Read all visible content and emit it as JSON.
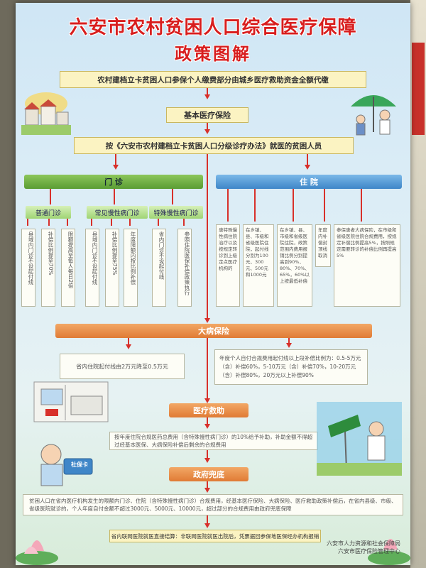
{
  "title_line1": "六安市农村贫困人口综合医疗保障",
  "title_line2": "政策图解",
  "top_box": "农村建档立卡贫困人口参保个人缴费部分由城乡医疗救助资金全额代缴",
  "basic_insurance": "基本医疗保险",
  "target_people": "按《六安市农村建档立卡贫困人口分级诊疗办法》就医的贫困人员",
  "outpatient": {
    "label": "门 诊",
    "sub": [
      "普通门诊",
      "常见慢性病门诊",
      "特殊慢性病门诊"
    ],
    "cols": [
      "县域内门诊不设起付线",
      "补偿比例提至70%",
      "限额提高至每人每日2倍",
      "县域内门诊不设起付线",
      "补偿比例提至75%",
      "年度限额内按比例补偿",
      "省内门诊不设起付线",
      "参照住院医保补偿政策执行"
    ]
  },
  "inpatient": {
    "label": "住 院",
    "cols": [
      "患特殊慢性病住院治疗以及按规定转诊到上级定点医疗机构的",
      "在乡镇、县、市级和省级医院住院，起付线分别为100元、300元、500元和1000元",
      "在乡镇、县、市级和省级医院住院，政策范围内费用报销比例分别提高到90%、80%、70%、65%，60%以上按最低补偿",
      "年度内补偿封顶线取消",
      "参保患者大病保险，在市级和省级医院住院合规费用，按规定补偿比例提高5%，按照规定需要转诊的补偿比例再提高5%"
    ]
  },
  "critical_illness": "大病保险",
  "ci_left": "省内住院起付线由2万元降至0.5万元",
  "ci_right": "年度个人自付合规费用起付线以上段补偿比例为：0.5-5万元（含）补偿60%，5-10万元（含）补偿70%，10-20万元（含）补偿80%，20万元以上补偿90%",
  "medical_aid": "医疗救助",
  "aid_text": "按年度住院合规医药总费用（含特殊慢性病门诊）的10%给予补助，补助金额不得超过经基本医保、大病保险补偿后剩余的合规费用",
  "government": "政府兜底",
  "gov_text": "贫困人口在省内医疗机构发生的限额内门诊、住院（含特殊慢性病门诊）合规费用，经基本医疗保险、大病保险、医疗救助政策补偿后，在省内县级、市级、省级医院就诊的，个人年度自付金额不超过3000元、5000元、10000元，超过部分的合规费用由政府兜底保障",
  "bottom_text": "省内联网医院就医直接结算：非联网医院就医出院后，凭票据回参保地医保经办机构报销",
  "card_text": "社保卡",
  "signature": [
    "六安市人力资源和社会保障局",
    "六安市医疗保险管理中心"
  ],
  "colors": {
    "title": "#d81e1e",
    "arrow": "#d8302a",
    "orange": "#e07b35",
    "green": "#5a9d34",
    "blue": "#3f86c8"
  }
}
